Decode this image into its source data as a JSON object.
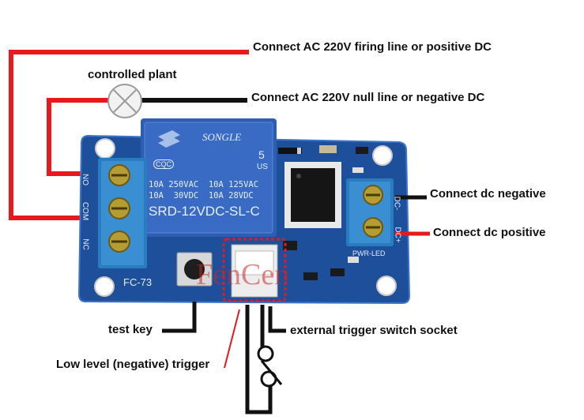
{
  "labels": {
    "firing_line": "Connect  AC 220V firing line or positive  DC",
    "null_line": "Connect AC 220V null line or negative  DC",
    "controlled_plant": "controlled plant",
    "dc_negative": "Connect  dc negative",
    "dc_positive": "Connect dc positive",
    "test_key": "test key",
    "trigger_socket": "external trigger switch socket",
    "low_level_trigger": "Low level (negative) trigger"
  },
  "board": {
    "model": "FC-73",
    "relay_brand": "SONGLE",
    "relay_spec_1": "10A 250VAC  10A 125VAC",
    "relay_spec_2": "10A  30VDC  10A 28VDC",
    "relay_model": "SRD-12VDC-SL-C",
    "relay_cqc": "CQC",
    "relay_num": "5",
    "relay_us": "US",
    "term_no": "NO",
    "term_com": "COM",
    "term_nc": "NC",
    "term_dc_minus": "DC-",
    "term_dc_plus": "DC+",
    "pwr_led": "PWR-LED",
    "watermark": "FenCen"
  },
  "colors": {
    "board": "#1e4f9a",
    "wire_red": "#e8181c",
    "wire_black": "#111111",
    "terminal": "#2a7cc0",
    "relay": "#3a6bc4"
  }
}
